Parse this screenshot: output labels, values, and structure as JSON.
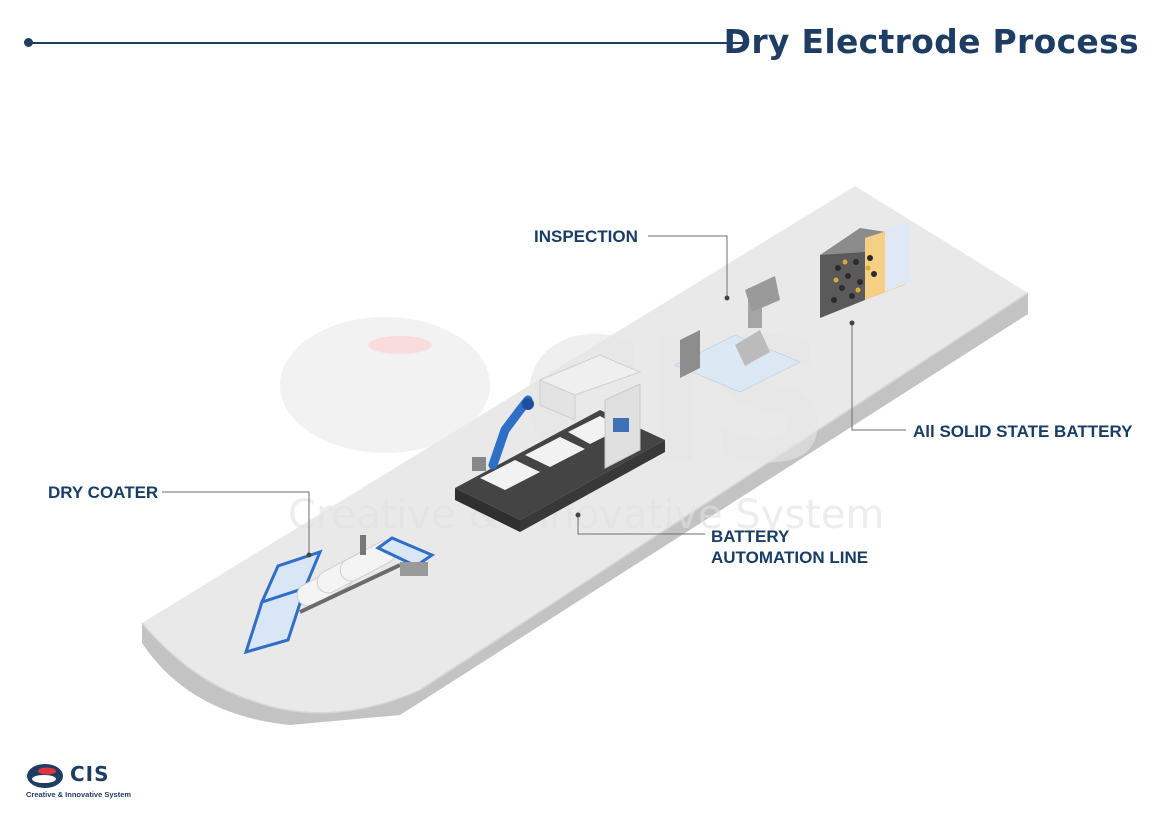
{
  "header": {
    "title": "Dry Electrode Process"
  },
  "watermark": {
    "brand": "CIS",
    "tagline": "Creative & Innovative System"
  },
  "labels": {
    "dry_coater": "DRY COATER",
    "battery_automation_line_1": "BATTERY",
    "battery_automation_line_2": "AUTOMATION LINE",
    "inspection": "INSPECTION",
    "solid_state_battery": "All SOLID STATE BATTERY"
  },
  "logo": {
    "brand": "CIS",
    "tagline": "Creative & Innovative System"
  },
  "colors": {
    "title": "#1f3d63",
    "label": "#1a3d66",
    "accent_blue": "#2f6fc8",
    "logo_red": "#e0353b",
    "platform_top": "#e9e9e9",
    "platform_side": "#c3c3c3"
  }
}
